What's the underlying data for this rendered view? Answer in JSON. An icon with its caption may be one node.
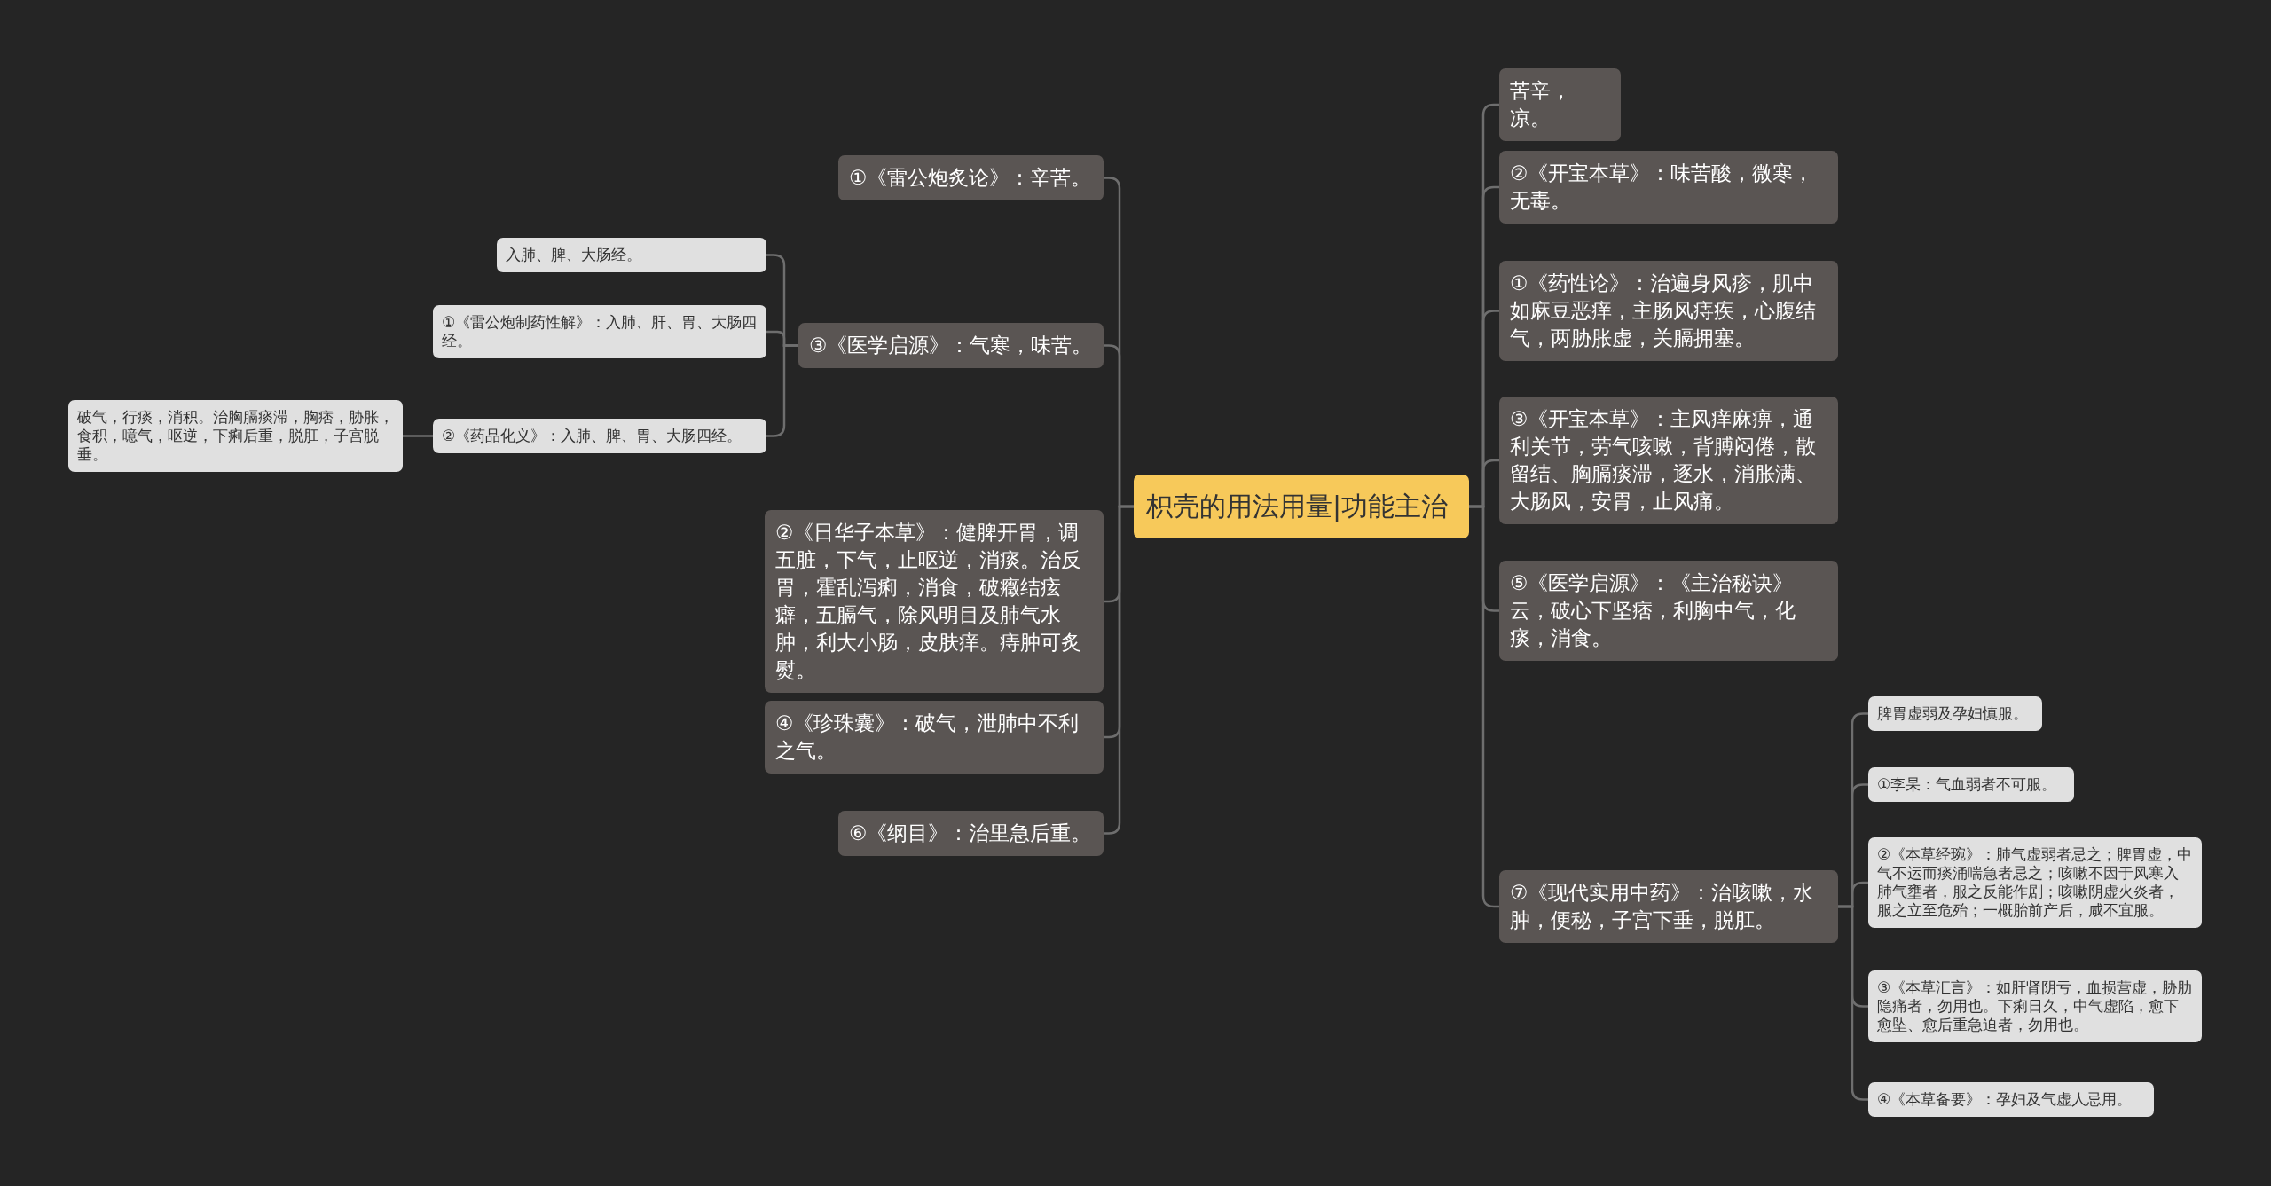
{
  "diagram": {
    "nodes": [
      {
        "text": [
          "枳壳的用法用量|功能主治"
        ]
      },
      {
        "text": [
          "①《雷公炮炙论》：辛苦。"
        ]
      },
      {
        "text": [
          "③《医学启源》：气寒，味苦。"
        ]
      },
      {
        "text": [
          "入肺、脾、大肠经。"
        ]
      },
      {
        "text": [
          "①《雷公炮制药性解》：入肺、肝、胃、大肠四经。"
        ]
      },
      {
        "text": [
          "②《药品化义》：入肺、脾、胃、大肠四经。"
        ]
      },
      {
        "text": [
          "破气，行痰，消积。治胸膈痰滞，胸痞，胁胀，食积，噫气，呕逆，下痢后重，脱肛，子宫脱垂。"
        ]
      },
      {
        "text": [
          "②《日华子本草》：健脾开胃，调五脏，下气，止呕逆，消痰。治反胃，霍乱泻痢，消食，破癥结痃癖，五膈气，除风明目及肺气水肿，利大小肠，皮肤痒。痔肿可炙熨。"
        ]
      },
      {
        "text": [
          "④《珍珠囊》：破气，泄肺中不利之气。"
        ]
      },
      {
        "text": [
          "⑥《纲目》：治里急后重。"
        ]
      },
      {
        "text": [
          "苦辛，凉。"
        ]
      },
      {
        "text": [
          "②《开宝本草》：味苦酸，微寒，无毒。"
        ]
      },
      {
        "text": [
          "①《药性论》：治遍身风疹，肌中如麻豆恶痒，主肠风痔疾，心腹结气，两胁胀虚，关膈拥塞。"
        ]
      },
      {
        "text": [
          "③《开宝本草》：主风痒麻痹，通利关节，劳气咳嗽，背膊闷倦，散留结、胸膈痰滞，逐水，消胀满、大肠风，安胃，止风痛。"
        ]
      },
      {
        "text": [
          "⑤《医学启源》：《主治秘诀》云，破心下坚痞，利胸中气，化痰，消食。"
        ]
      },
      {
        "text": [
          "⑦《现代实用中药》：治咳嗽，水肿，便秘，子宫下垂，脱肛。"
        ]
      },
      {
        "text": [
          "脾胃虚弱及孕妇慎服。"
        ]
      },
      {
        "text": [
          "①李杲：气血弱者不可服。"
        ]
      },
      {
        "text": [
          "②《本草经琬》：肺气虚弱者忌之；脾胃虚，中气不运而痰涌喘急者忌之；咳嗽不因于风寒入肺气壅者，服之反能作剧；咳嗽阴虚火炎者，服之立至危殆；一概胎前产后，咸不宜服。"
        ]
      },
      {
        "text": [
          "③《本草汇言》：如肝肾阴亏，血损营虚，胁肋隐痛者，勿用也。下痢日久，中气虚陷，愈下愈坠、愈后重急迫者，勿用也。"
        ]
      },
      {
        "text": [
          "④《本草备要》：孕妇及气虚人忌用。"
        ]
      }
    ],
    "edges": [
      {
        "from": 0,
        "to": 1,
        "arrow": "none"
      },
      {
        "from": 0,
        "to": 2,
        "arrow": "none"
      },
      {
        "from": 2,
        "to": 3,
        "arrow": "none"
      },
      {
        "from": 2,
        "to": 4,
        "arrow": "none"
      },
      {
        "from": 2,
        "to": 5,
        "arrow": "none"
      },
      {
        "from": 5,
        "to": 6,
        "arrow": "none"
      },
      {
        "from": 0,
        "to": 7,
        "arrow": "none"
      },
      {
        "from": 0,
        "to": 8,
        "arrow": "none"
      },
      {
        "from": 0,
        "to": 9,
        "arrow": "none"
      },
      {
        "from": 0,
        "to": 10,
        "arrow": "none"
      },
      {
        "from": 0,
        "to": 11,
        "arrow": "none"
      },
      {
        "from": 0,
        "to": 12,
        "arrow": "none"
      },
      {
        "from": 0,
        "to": 13,
        "arrow": "none"
      },
      {
        "from": 0,
        "to": 14,
        "arrow": "none"
      },
      {
        "from": 0,
        "to": 15,
        "arrow": "none"
      },
      {
        "from": 15,
        "to": 16,
        "arrow": "none"
      },
      {
        "from": 15,
        "to": 17,
        "arrow": "none"
      },
      {
        "from": 15,
        "to": 18,
        "arrow": "none"
      },
      {
        "from": 15,
        "to": 19,
        "arrow": "none"
      },
      {
        "from": 15,
        "to": 20,
        "arrow": "none"
      }
    ]
  }
}
